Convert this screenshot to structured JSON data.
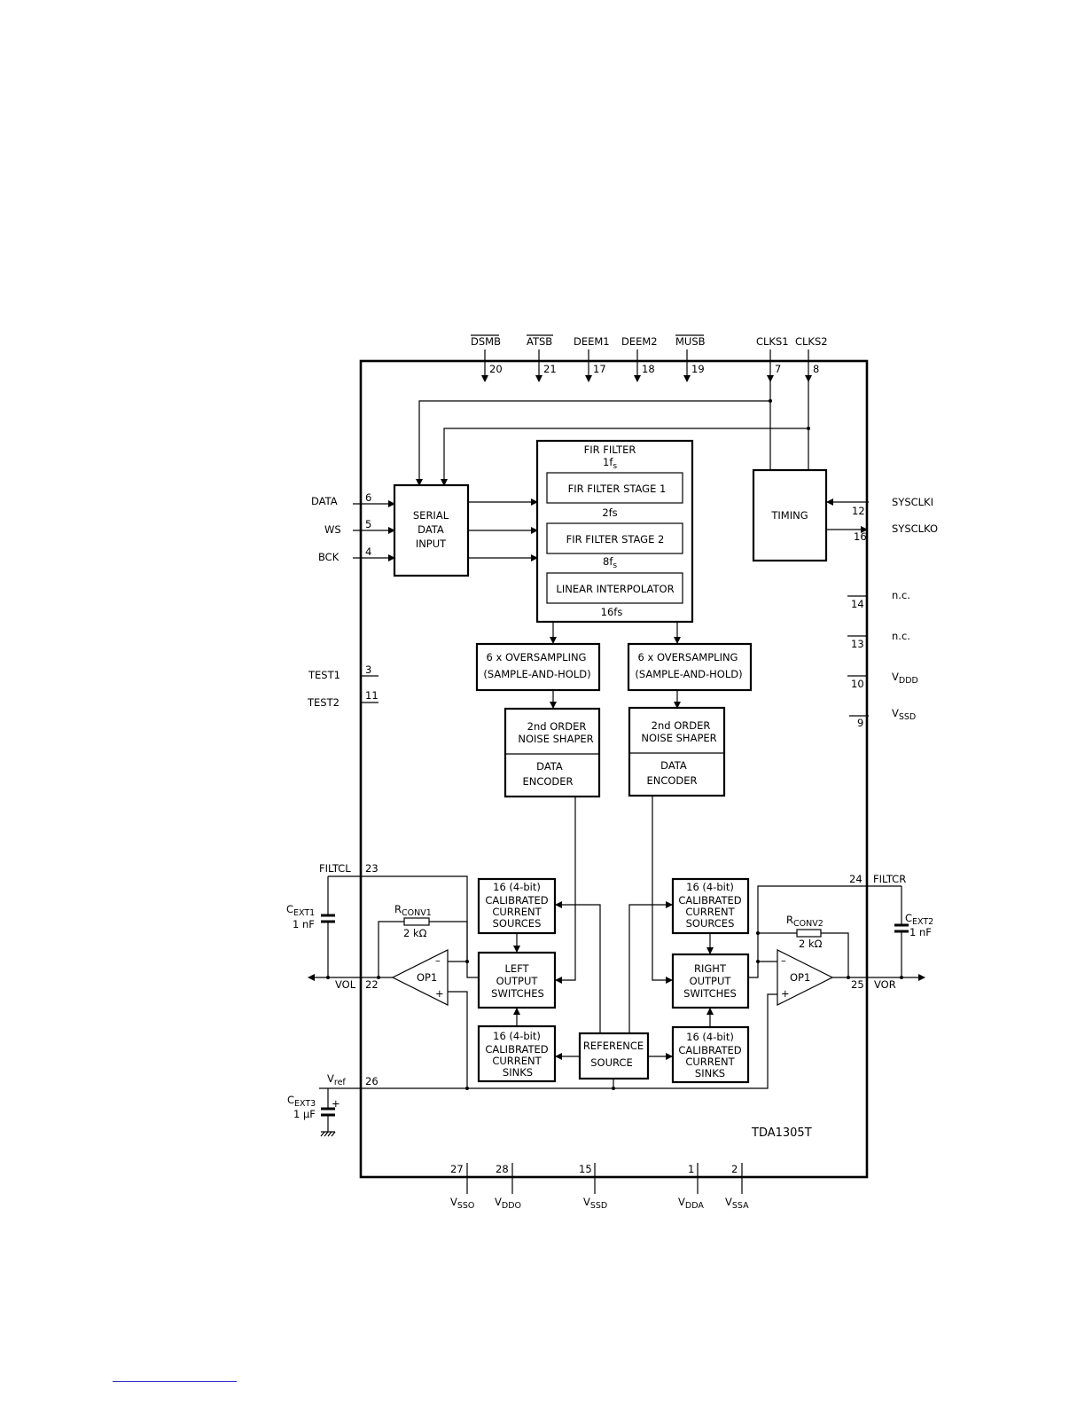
{
  "diagram": {
    "part_number": "TDA1305T",
    "pins": {
      "dsmb": {
        "name": "DSMB",
        "number": "20"
      },
      "atsb": {
        "name": "ATSB",
        "number": "21"
      },
      "deem1": {
        "name": "DEEM1",
        "number": "17"
      },
      "deem2": {
        "name": "DEEM2",
        "number": "18"
      },
      "musb": {
        "name": "MUSB",
        "number": "19"
      },
      "clks1": {
        "name": "CLKS1",
        "number": "7"
      },
      "clks2": {
        "name": "CLKS2",
        "number": "8"
      },
      "data": {
        "name": "DATA",
        "number": "6"
      },
      "ws": {
        "name": "WS",
        "number": "5"
      },
      "bck": {
        "name": "BCK",
        "number": "4"
      },
      "test1": {
        "name": "TEST1",
        "number": "3"
      },
      "test2": {
        "name": "TEST2",
        "number": "11"
      },
      "sysclki": {
        "name": "SYSCLKI",
        "number": "12"
      },
      "sysclko": {
        "name": "SYSCLKO",
        "number": "16"
      },
      "nc14": {
        "name": "n.c.",
        "number": "14"
      },
      "nc13": {
        "name": "n.c.",
        "number": "13"
      },
      "vddd": {
        "name": "V",
        "sub": "DDD",
        "number": "10"
      },
      "vssd_r": {
        "name": "V",
        "sub": "SSD",
        "number": "9"
      },
      "filtcl": {
        "name": "FILTCL",
        "number": "23"
      },
      "vol": {
        "name": "VOL",
        "number": "22"
      },
      "vref": {
        "name": "V",
        "sub": "ref",
        "number": "26"
      },
      "filtcr": {
        "name": "FILTCR",
        "number": "24"
      },
      "vor": {
        "name": "VOR",
        "number": "25"
      },
      "vsso": {
        "name": "V",
        "sub": "SSO",
        "number": "27"
      },
      "vddo": {
        "name": "V",
        "sub": "DDO",
        "number": "28"
      },
      "vssd_b": {
        "name": "V",
        "sub": "SSD",
        "number": "15"
      },
      "vdda": {
        "name": "V",
        "sub": "DDA",
        "number": "1"
      },
      "vssa": {
        "name": "V",
        "sub": "SSA",
        "number": "2"
      }
    },
    "blocks": {
      "serial": [
        "SERIAL",
        "DATA",
        "INPUT"
      ],
      "fir_title": "FIR FILTER",
      "fir_rate1": "1f",
      "fir_rate1_sub": "s",
      "fir_stage1": "FIR FILTER STAGE 1",
      "rate2": "2fs",
      "fir_stage2": "FIR FILTER STAGE 2",
      "rate8": "8f",
      "rate8_sub": "s",
      "interp": "LINEAR INTERPOLATOR",
      "rate16": "16fs",
      "timing": "TIMING",
      "os_left": [
        "6 x OVERSAMPLING",
        "(SAMPLE-AND-HOLD)"
      ],
      "os_right": [
        "6 x OVERSAMPLING",
        "(SAMPLE-AND-HOLD)"
      ],
      "ns_left": [
        "2nd ORDER",
        "NOISE SHAPER"
      ],
      "enc_left": [
        "DATA",
        "ENCODER"
      ],
      "ns_right": [
        "2nd ORDER",
        "NOISE SHAPER"
      ],
      "enc_right": [
        "DATA",
        "ENCODER"
      ],
      "src_left": [
        "16 (4-bit)",
        "CALIBRATED",
        "CURRENT",
        "SOURCES"
      ],
      "src_right": [
        "16 (4-bit)",
        "CALIBRATED",
        "CURRENT",
        "SOURCES"
      ],
      "sw_left": [
        "LEFT",
        "OUTPUT",
        "SWITCHES"
      ],
      "sw_right": [
        "RIGHT",
        "OUTPUT",
        "SWITCHES"
      ],
      "sink_left": [
        "16 (4-bit)",
        "CALIBRATED",
        "CURRENT",
        "SINKS"
      ],
      "sink_right": [
        "16 (4-bit)",
        "CALIBRATED",
        "CURRENT",
        "SINKS"
      ],
      "ref": [
        "REFERENCE",
        "SOURCE"
      ],
      "op1_left": "OP1",
      "op1_right": "OP1"
    },
    "components": {
      "cext1": {
        "name": "C",
        "sub": "EXT1",
        "value": "1 nF"
      },
      "cext2": {
        "name": "C",
        "sub": "EXT2",
        "value": "1 nF"
      },
      "cext3": {
        "name": "C",
        "sub": "EXT3",
        "value": "1 μF"
      },
      "rconv1": {
        "name": "R",
        "sub": "CONV1",
        "value": "2 kΩ"
      },
      "rconv2": {
        "name": "R",
        "sub": "CONV2",
        "value": "2 kΩ"
      }
    }
  }
}
